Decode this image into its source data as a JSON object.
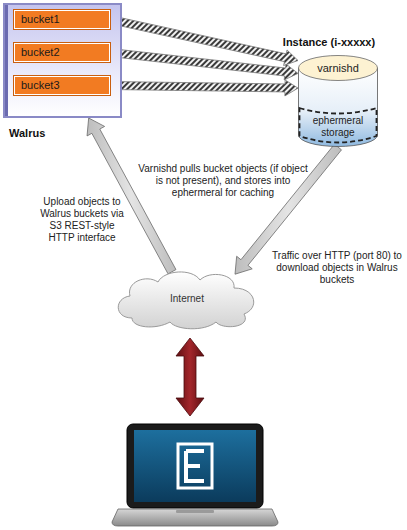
{
  "diagram": {
    "nodes": [
      {
        "text": [
          "Walrus"
        ]
      },
      {
        "text": [
          "bucket1"
        ],
        "in": 0
      },
      {
        "text": [
          "bucket2"
        ],
        "in": 0
      },
      {
        "text": [
          "bucket3"
        ],
        "in": 0
      },
      {
        "text": [
          "Instance (i-xxxxx)"
        ]
      },
      {
        "text": [
          "varnishd"
        ],
        "in": 4
      },
      {
        "text": [
          "ephermeral storage"
        ],
        "in": 4
      },
      {
        "text": [
          "Internet"
        ]
      }
    ],
    "edges": [
      {
        "from": 1,
        "to": 4,
        "arrow": "to"
      },
      {
        "from": 2,
        "to": 4,
        "arrow": "to"
      },
      {
        "from": 3,
        "to": 4,
        "arrow": "to"
      },
      {
        "from": 7,
        "to": 0,
        "arrow": "to",
        "label": "Upload objects to Walrus buckets via S3 REST-style HTTP interface"
      },
      {
        "from": 4,
        "to": 7,
        "arrow": "to",
        "label": "Traffic over HTTP (port 80) to download objects in Walrus buckets"
      }
    ],
    "labels": [
      "Varnishd pulls bucket objects (if object is not present), and stores into ephermeral for caching"
    ]
  }
}
